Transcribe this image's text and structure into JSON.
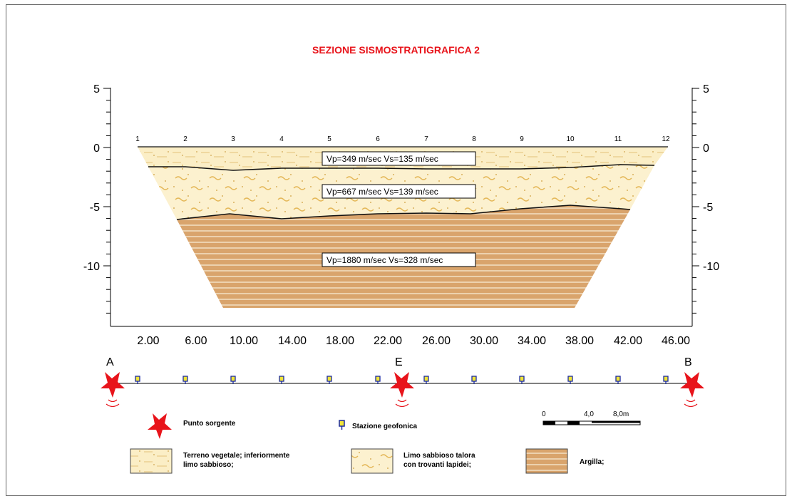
{
  "title": "SEZIONE SISMOSTRATIGRAFICA 2",
  "y_ticks": [
    "5",
    "0",
    "-5",
    "-10"
  ],
  "y_values": [
    5,
    0,
    -5,
    -10
  ],
  "geophone_numbers": [
    "1",
    "2",
    "3",
    "4",
    "5",
    "6",
    "7",
    "8",
    "9",
    "10",
    "11",
    "12"
  ],
  "x_ticks": [
    "2.00",
    "6.00",
    "10.00",
    "14.00",
    "18.00",
    "22.00",
    "26.00",
    "30.00",
    "34.00",
    "38.00",
    "42.00",
    "46.00"
  ],
  "layers": [
    {
      "label": "Vp=349  m/sec     Vs=135  m/sec",
      "color": "#f5dfa4"
    },
    {
      "label": "Vp=667  m/sec     Vs=139  m/sec",
      "color": "#f7e3aa"
    },
    {
      "label": "Vp=1880  m/sec    Vs=328  m/sec",
      "color": "#d9a26a"
    }
  ],
  "points": {
    "A": "A",
    "E": "E",
    "B": "B"
  },
  "scale": {
    "zero": "0",
    "mid": "4,0",
    "end": "8,0m"
  },
  "legend": {
    "source": "Punto sorgente",
    "geophone": "Stazione geofonica",
    "layer1_line1": "Terreno vegetale; inferiormente",
    "layer1_line2": "limo sabbioso;",
    "layer2_line1": "Limo sabbioso talora",
    "layer2_line2": "con trovanti lapidei;",
    "layer3": "Argilla;"
  },
  "colors": {
    "source_star": "#e8141b",
    "geophone": "#f2e53a",
    "sand": "#f5dfa4",
    "clay": "#d9a26a",
    "wave": "#e8141b"
  }
}
